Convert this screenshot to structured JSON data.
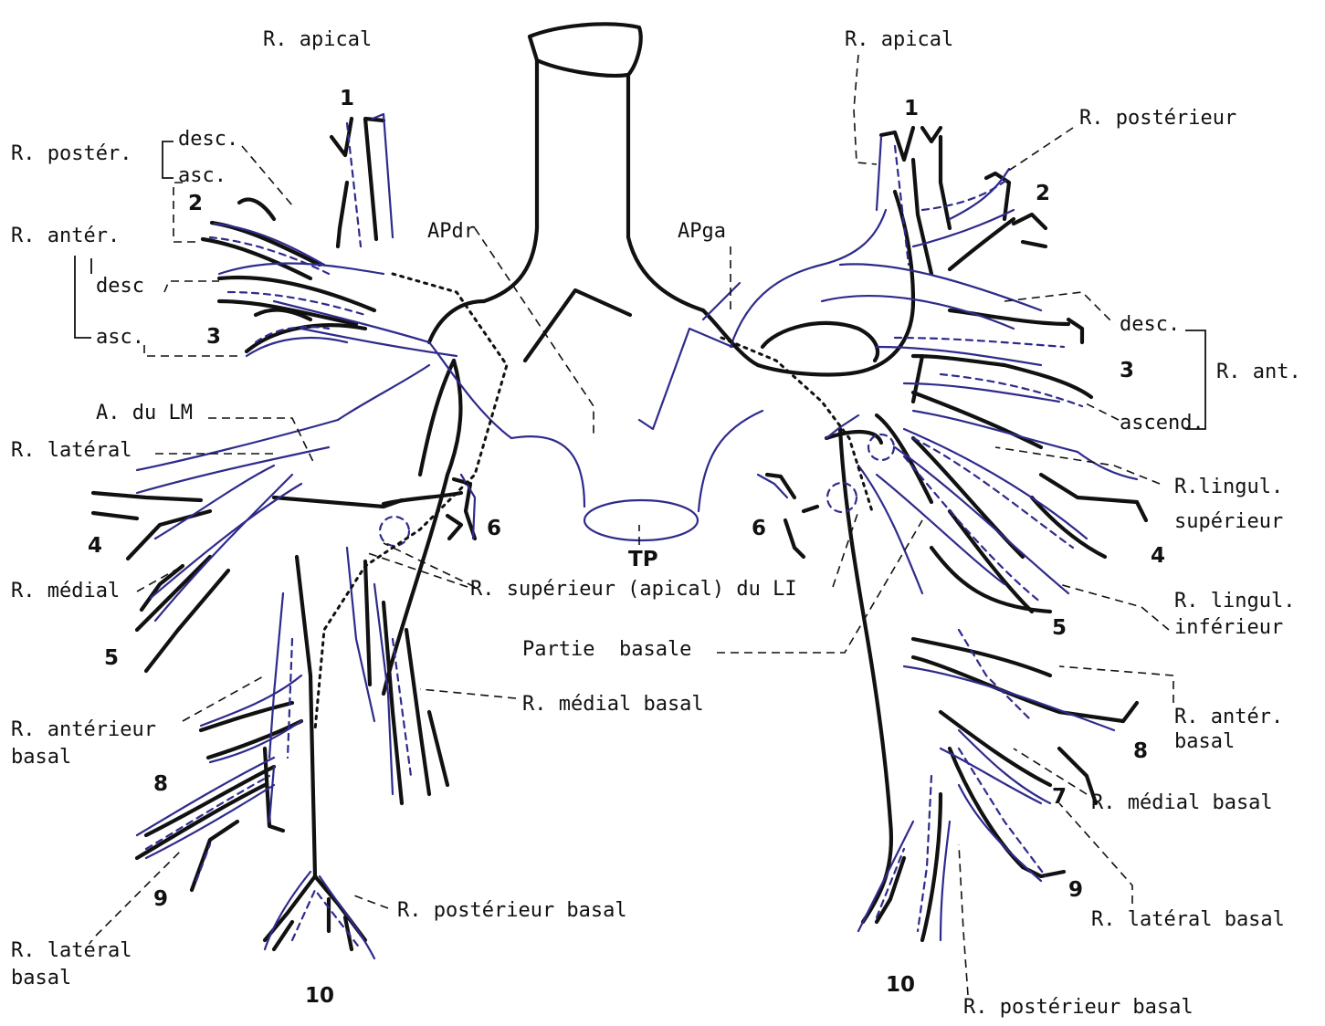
{
  "colors": {
    "artery_outline": "#111111",
    "vein_outline": "#2e2b8c",
    "background": "#ffffff"
  },
  "labels": {
    "r_apical_right": "R. apical",
    "r_apical_left": "R. apical",
    "r_poster": "R. postér.",
    "desc_top": "desc.",
    "asc_top": "asc.",
    "r_anter": "R. antér.",
    "desc_mid": "desc",
    "asc_mid": "asc.",
    "apdr": "APdr",
    "apga": "APga",
    "a_du_lm": "A. du LM",
    "r_lateral": "R. latéral",
    "r_medial": "R. médial",
    "r_superieur_apical": "R. supérieur (apical) du LI",
    "tp": "TP",
    "partie_basale": "Partie  basale",
    "r_medial_basal_right": "R. médial basal",
    "r_anterieur_basal_1": "R. antérieur",
    "r_anterieur_basal_2": "basal",
    "r_posterieur_basal_right": "R. postérieur basal",
    "r_lateral_basal_right_1": "R. latéral",
    "r_lateral_basal_right_2": "basal",
    "r_posterieur_left": "R. postérieur",
    "desc_left": "desc.",
    "r_ant_left": "R. ant.",
    "ascend_left": "ascend.",
    "r_lingul_sup_1": "R.lingul.",
    "r_lingul_sup_2": "supérieur",
    "r_lingul_inf_1": "R. lingul.",
    "r_lingul_inf_2": "inférieur",
    "r_anter_basal_left_1": "R. antér.",
    "r_anter_basal_left_2": "basal",
    "r_medial_basal_left": "R. médial basal",
    "r_lateral_basal_left": "R. latéral basal",
    "r_posterieur_basal_left": "R. postérieur basal"
  },
  "numbers": {
    "n1_right": "1",
    "n2_right": "2",
    "n3_right": "3",
    "n4_right": "4",
    "n5_right": "5",
    "n6_right": "6",
    "n8_right": "8",
    "n9_right": "9",
    "n10_right": "10",
    "n1_left": "1",
    "n2_left": "2",
    "n3_left": "3",
    "n4_left": "4",
    "n5_left": "5",
    "n6_left": "6",
    "n7_left": "7",
    "n8_left": "8",
    "n9_left": "9",
    "n10_left": "10"
  }
}
